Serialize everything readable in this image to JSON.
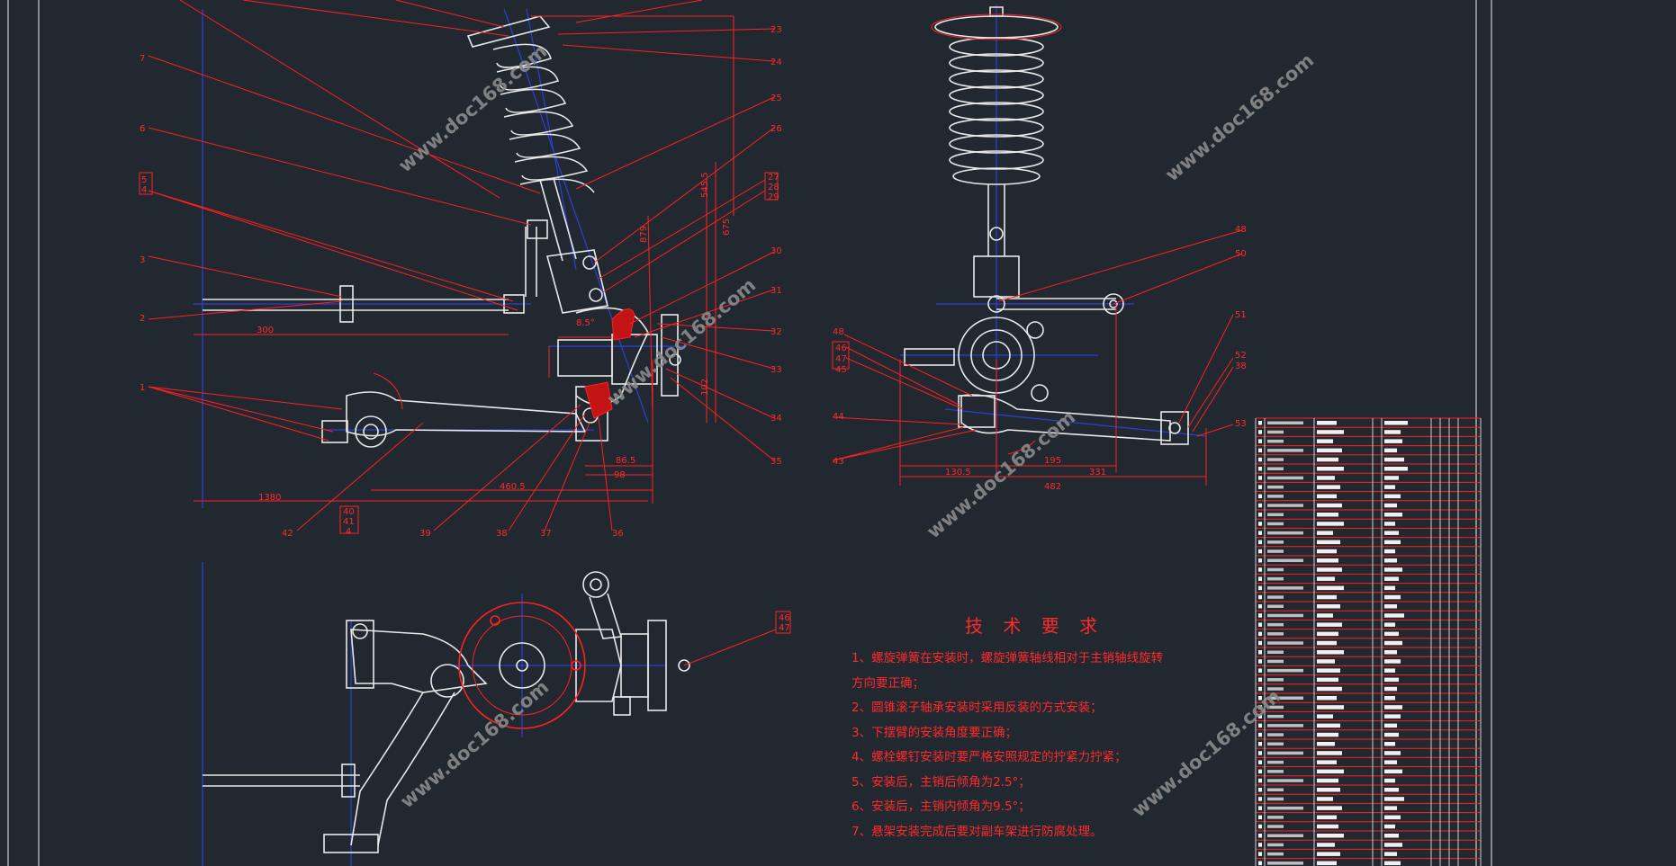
{
  "watermark": "www.doc168.com",
  "requirements": {
    "title": "技 术 要 求",
    "items": [
      "1、螺旋弹簧在安装时，螺旋弹簧轴线相对于主销轴线旋转",
      "方向要正确；",
      "2、圆锥滚子轴承安装时采用反装的方式安装；",
      "3、下摆臂的安装角度要正确；",
      "4、螺栓螺钉安装时要严格安照规定的拧紧力拧紧；",
      "5、安装后，主销后倾角为2.5°；",
      "6、安装后，主销内倾角为9.5°；",
      "7、悬架安装完成后要对副车架进行防腐处理。"
    ]
  },
  "callouts_left": [
    "7",
    "6",
    "5",
    "4",
    "3",
    "2",
    "1"
  ],
  "callouts_right_front": [
    "23",
    "24",
    "25",
    "26",
    "27",
    "28",
    "29",
    "30",
    "31",
    "32",
    "33",
    "34",
    "35"
  ],
  "callouts_bottom_front": [
    "42",
    "40",
    "41",
    "4",
    "39",
    "38",
    "37",
    "36"
  ],
  "callouts_side": [
    "48",
    "50",
    "51",
    "52",
    "38",
    "53"
  ],
  "callouts_side_left": [
    "46",
    "47",
    "45",
    "44",
    "43",
    "48"
  ],
  "callouts_plan": [
    "46",
    "47"
  ],
  "dimensions_front": {
    "d460": "460.5",
    "d98": "98",
    "d86": "86.5",
    "d1": "300",
    "d2": "1380",
    "angle": "8.5°",
    "v1": "545.5",
    "v2": "675",
    "v3": "879",
    "v4": "102"
  },
  "dimensions_side": {
    "d130": "130.5",
    "d195": "195",
    "d331": "331",
    "d482": "482"
  },
  "colors": {
    "background": "#212830",
    "outline": "#e8e8e8",
    "annotation": "#ff2020",
    "centerline": "#2b3fd8",
    "watermark": "#8a8a8a"
  }
}
